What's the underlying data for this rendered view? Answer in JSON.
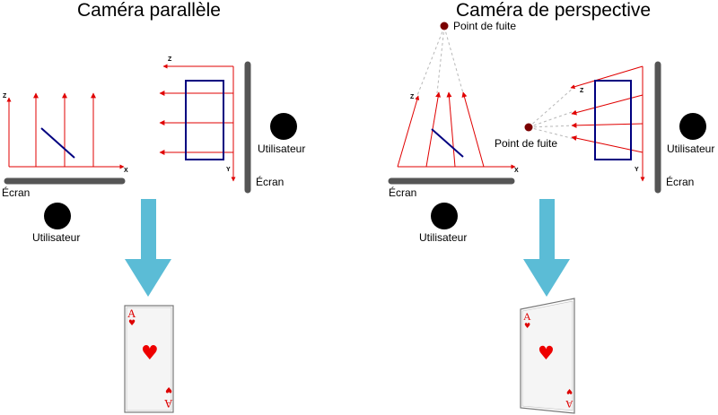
{
  "titles": {
    "parallel": "Caméra parallèle",
    "perspective": "Caméra de perspective"
  },
  "labels": {
    "screen": "Écran",
    "user": "Utilisateur",
    "vanishing_point": "Point de fuite"
  },
  "axes": {
    "z": "Z",
    "x": "X",
    "y": "Y"
  },
  "card": {
    "rank": "A",
    "suit": "♥"
  },
  "colors": {
    "ray": "#e00000",
    "object": "#000080",
    "screen": "#555555",
    "user": "#000000",
    "arrow": "#5bbcd6",
    "vanishing_point": "#7a0000",
    "dashed": "#b8b8b8"
  }
}
